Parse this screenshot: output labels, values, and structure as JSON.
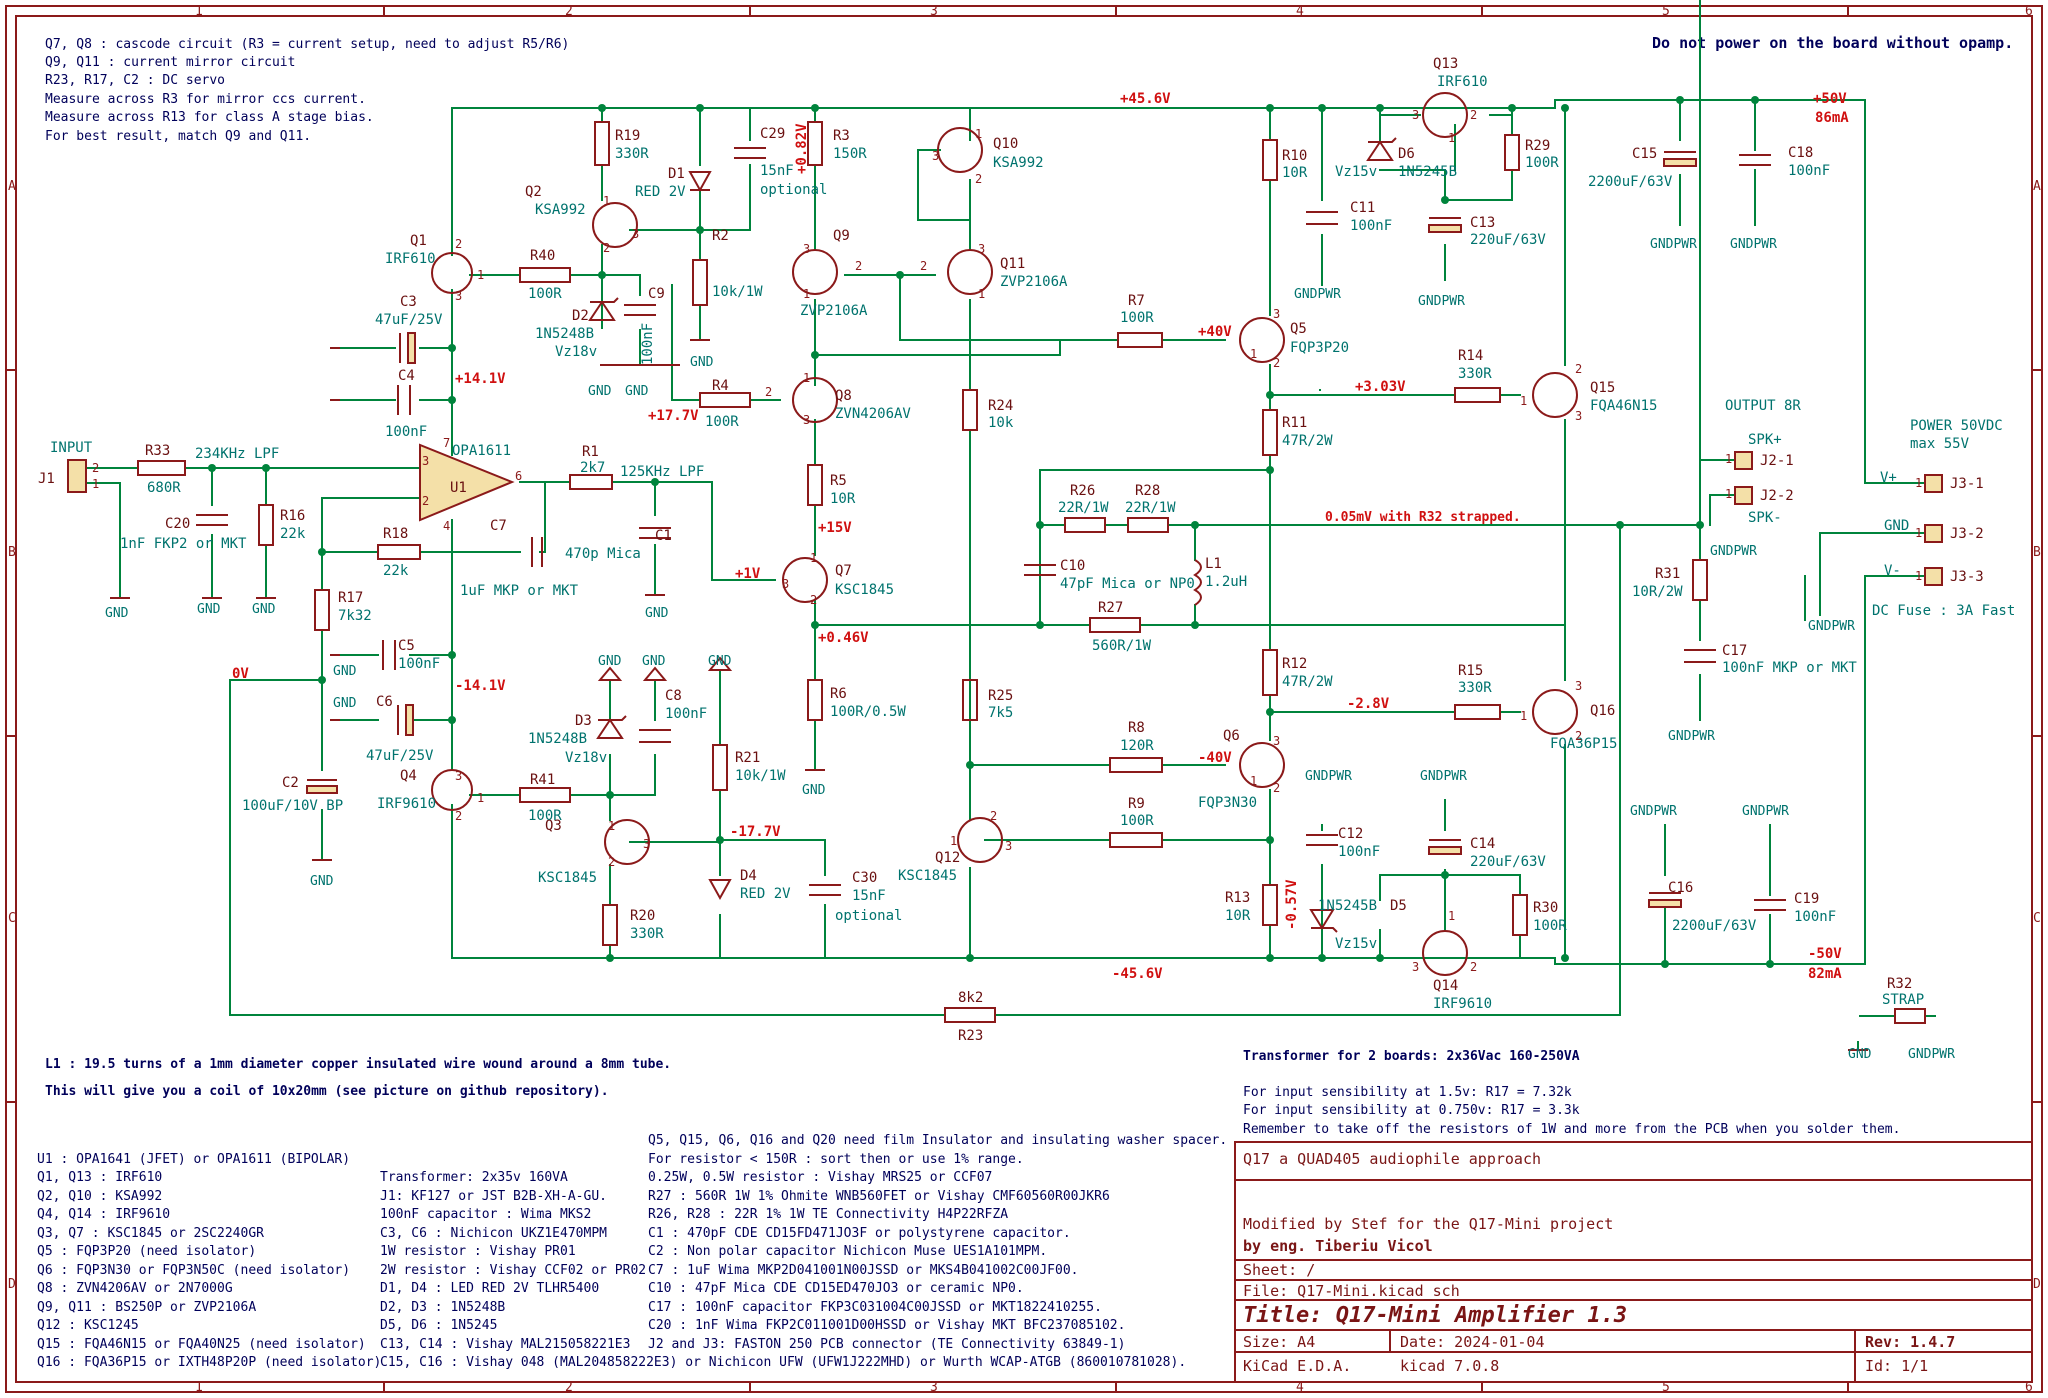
{
  "frame": {
    "cols": [
      "1",
      "2",
      "3",
      "4",
      "5",
      "6"
    ],
    "rows": [
      "A",
      "B",
      "C",
      "D"
    ]
  },
  "notes_top_left": [
    "Q7, Q8 : cascode circuit (R3 = current setup, need to adjust R5/R6)",
    "Q9, Q11 : current mirror circuit",
    "R23, R17, C2 : DC servo",
    "Measure across R3 for mirror ccs current.",
    "Measure across R13 for class A stage bias.",
    "For best result, match Q9 and Q11."
  ],
  "warning": "Do not power on the board without opamp.",
  "nets": {
    "p45": "+45.6V",
    "p50": "+50V",
    "p50i": "86mA",
    "m50": "-50V",
    "m50i": "82mA",
    "m45": "-45.6V",
    "p14": "+14.1V",
    "m14": "-14.1V",
    "p17": "+17.7V",
    "p082": "+0.82V",
    "p40": "+40V",
    "p303": "+3.03V",
    "p15": "+15V",
    "p1": "+1V",
    "p046": "+0.46V",
    "m28": "-2.8V",
    "m40": "-40V",
    "m177": "-17.7V",
    "m057": "-0.57V",
    "zero": "0V",
    "strap": "0.05mV with R32 strapped."
  },
  "parts": {
    "Q1": [
      "Q1",
      "IRF610"
    ],
    "Q2": [
      "Q2",
      "KSA992"
    ],
    "Q3": [
      "Q3",
      "KSC1845"
    ],
    "Q4": [
      "Q4",
      "IRF9610"
    ],
    "Q5": [
      "Q5",
      "FQP3P20"
    ],
    "Q6": [
      "Q6",
      "FQP3N30"
    ],
    "Q7": [
      "Q7",
      "KSC1845"
    ],
    "Q8": [
      "Q8",
      "ZVN4206AV"
    ],
    "Q9": [
      "Q9",
      "ZVP2106A"
    ],
    "Q10": [
      "Q10",
      "KSA992"
    ],
    "Q11": [
      "Q11",
      "ZVP2106A"
    ],
    "Q12": [
      "Q12",
      "KSC1845"
    ],
    "Q13": [
      "Q13",
      "IRF610"
    ],
    "Q14": [
      "Q14",
      "IRF9610"
    ],
    "Q15": [
      "Q15",
      "FQA46N15"
    ],
    "Q16": [
      "Q16",
      "FQA36P15"
    ],
    "U1": [
      "U1",
      "OPA1611"
    ],
    "R1": [
      "R1",
      "2k7"
    ],
    "R2": [
      "R2",
      "10k/1W"
    ],
    "R3": [
      "R3",
      "150R"
    ],
    "R4": [
      "R4",
      "100R"
    ],
    "R5": [
      "R5",
      "10R"
    ],
    "R6": [
      "R6",
      "100R/0.5W"
    ],
    "R7": [
      "R7",
      "100R"
    ],
    "R8": [
      "R8",
      "120R"
    ],
    "R9": [
      "R9",
      "100R"
    ],
    "R10": [
      "R10",
      "10R"
    ],
    "R11": [
      "R11",
      "47R/2W"
    ],
    "R12": [
      "R12",
      "47R/2W"
    ],
    "R13": [
      "R13",
      "10R"
    ],
    "R14": [
      "R14",
      "330R"
    ],
    "R15": [
      "R15",
      "330R"
    ],
    "R16": [
      "R16",
      "22k"
    ],
    "R17": [
      "R17",
      "7k32"
    ],
    "R18": [
      "R18",
      "22k"
    ],
    "R19": [
      "R19",
      "330R"
    ],
    "R20": [
      "R20",
      "330R"
    ],
    "R21": [
      "R21",
      "10k/1W"
    ],
    "R23": [
      "R23",
      "8k2"
    ],
    "R24": [
      "R24",
      "10k"
    ],
    "R25": [
      "R25",
      "7k5"
    ],
    "R26": [
      "R26",
      "22R/1W"
    ],
    "R27": [
      "R27",
      "560R/1W"
    ],
    "R28": [
      "R28",
      "22R/1W"
    ],
    "R29": [
      "R29",
      "100R"
    ],
    "R30": [
      "R30",
      "100R"
    ],
    "R31": [
      "R31",
      "10R/2W"
    ],
    "R32": [
      "R32",
      "STRAP"
    ],
    "R33": [
      "R33",
      "680R"
    ],
    "R40": [
      "R40",
      "100R"
    ],
    "R41": [
      "R41",
      "100R"
    ],
    "C1": [
      "C1",
      "470p Mica"
    ],
    "C2": [
      "C2",
      "100uF/10V BP"
    ],
    "C3": [
      "C3",
      "47uF/25V"
    ],
    "C4": [
      "C4",
      "100nF"
    ],
    "C5": [
      "C5",
      "100nF"
    ],
    "C6": [
      "C6",
      "47uF/25V"
    ],
    "C7": [
      "C7",
      "1uF MKP or MKT"
    ],
    "C8": [
      "C8",
      "100nF"
    ],
    "C9": [
      "C9",
      "100nF"
    ],
    "C10": [
      "C10",
      "47pF Mica or NP0"
    ],
    "C11": [
      "C11",
      "100nF"
    ],
    "C12": [
      "C12",
      "100nF"
    ],
    "C13": [
      "C13",
      "220uF/63V"
    ],
    "C14": [
      "C14",
      "220uF/63V"
    ],
    "C15": [
      "C15",
      "2200uF/63V"
    ],
    "C16": [
      "C16",
      "2200uF/63V"
    ],
    "C17": [
      "C17",
      "100nF MKP or MKT"
    ],
    "C18": [
      "C18",
      "100nF"
    ],
    "C19": [
      "C19",
      "100nF"
    ],
    "C20": [
      "C20",
      "1nF FKP2 or MKT"
    ],
    "C29": [
      "C29",
      "15nF",
      "optional"
    ],
    "C30": [
      "C30",
      "15nF",
      "optional"
    ],
    "D1": [
      "D1",
      "RED 2V"
    ],
    "D2": [
      "D2",
      "1N5248B",
      "Vz18v"
    ],
    "D3": [
      "D3",
      "1N5248B",
      "Vz18v"
    ],
    "D4": [
      "D4",
      "RED 2V"
    ],
    "D5": [
      "D5",
      "1N5245B",
      "Vz15v"
    ],
    "D6": [
      "D6",
      "1N5245B",
      "Vz15v"
    ],
    "L1": [
      "L1",
      "1.2uH"
    ],
    "J1": [
      "J1",
      "INPUT"
    ],
    "J2a": [
      "J2-1",
      "SPK+"
    ],
    "J2b": [
      "J2-2",
      "SPK-"
    ],
    "J3a": [
      "J3-1",
      "V+"
    ],
    "J3b": [
      "J3-2",
      "GND"
    ],
    "J3c": [
      "J3-3",
      "V-"
    ]
  },
  "labels": {
    "gnd": "GND",
    "gndpwr": "GNDPWR",
    "lpf234": "234KHz LPF",
    "lpf125": "125KHz LPF",
    "output": "OUTPUT 8R",
    "power": "POWER 50VDC",
    "powermax": "max 55V",
    "fuse": "DC Fuse : 3A Fast"
  },
  "note_l1": [
    "L1 : 19.5 turns of a 1mm diameter copper insulated wire wound around a 8mm tube.",
    "This will give you a coil of 10x20mm (see picture on github repository)."
  ],
  "transformer_note": [
    "Transformer for 2 boards: 2x36Vac 160-250VA",
    "For input sensibility at 1.5v: R17 = 7.32k",
    "For input sensibility at 0.750v: R17 = 3.3k",
    "Remember to take off the resistors of 1W and more from the PCB when you solder them."
  ],
  "bom_col1": [
    "U1 : OPA1641 (JFET) or OPA1611 (BIPOLAR)",
    "Q1, Q13 : IRF610",
    "Q2, Q10 : KSA992",
    "Q4, Q14 : IRF9610",
    "Q3, Q7 : KSC1845 or 2SC2240GR",
    "Q5 : FQP3P20 (need isolator)",
    "Q6 : FQP3N30 or FQP3N50C (need isolator)",
    "Q8 : ZVN4206AV or 2N7000G",
    "Q9, Q11 : BS250P or ZVP2106A",
    "Q12 : KSC1245",
    "Q15 : FQA46N15 or FQA40N25 (need isolator)",
    "Q16 : FQA36P15 or IXTH48P20P (need isolator)"
  ],
  "bom_col2": [
    "Transformer: 2x35v 160VA",
    "J1: KF127 or JST B2B-XH-A-GU.",
    "100nF capacitor : Wima MKS2",
    "C3, C6 : Nichicon UKZ1E470MPM",
    "1W resistor : Vishay PR01",
    "2W resistor : Vishay CCF02 or PR02",
    "D1, D4 : LED RED 2V TLHR5400",
    "D2, D3 : 1N5248B",
    "D5, D6 : 1N5245",
    "C13, C14 : Vishay MAL215058221E3",
    "C15, C16 : Vishay 048 (MAL204858222E3) or Nichicon UFW (UFW1J222MHD) or Wurth WCAP-ATGB (860010781028)."
  ],
  "bom_col3": [
    "Q5, Q15, Q6, Q16 and Q20 need film Insulator and insulating washer spacer.",
    "For resistor < 150R : sort then or use 1% range.",
    "0.25W, 0.5W resistor : Vishay MRS25 or CCF07",
    "R27 : 560R 1W 1% Ohmite WNB560FET or Vishay CMF60560R00JKR6",
    "R26, R28 : 22R 1% 1W TE Connectivity H4P22RFZA",
    "C1 : 470pF CDE CD15FD471JO3F or polystyrene capacitor.",
    "C2 : Non polar capacitor Nichicon Muse UES1A101MPM.",
    "C7 : 1uF Wima MKP2D041001N00JSSD or MKS4B041002C00JF00.",
    "C10 : 47pF Mica CDE CD15ED470JO3 or ceramic NP0.",
    "C17 : 100nF capacitor FKP3C031004C00JSSD or MKT1822410255.",
    "C20 : 1nF Wima FKP2C011001D00HSSD or Vishay MKT BFC237085102.",
    "J2 and J3: FASTON 250 PCB connector (TE Connectivity 63849-1)"
  ],
  "title_block": {
    "subtitle": "Q17 a QUAD405 audiophile approach",
    "modified": "Modified by Stef for the Q17-Mini project",
    "author": "by eng. Tiberiu Vicol",
    "sheet": "Sheet: /",
    "file": "File: Q17-Mini.kicad_sch",
    "title": "Title: Q17-Mini Amplifier 1.3",
    "size": "Size: A4",
    "date": "Date: 2024-01-04",
    "rev": "Rev: 1.4.7",
    "kicad": "KiCad E.D.A.",
    "kicad_ver": "kicad 7.0.8",
    "id": "Id: 1/1"
  }
}
